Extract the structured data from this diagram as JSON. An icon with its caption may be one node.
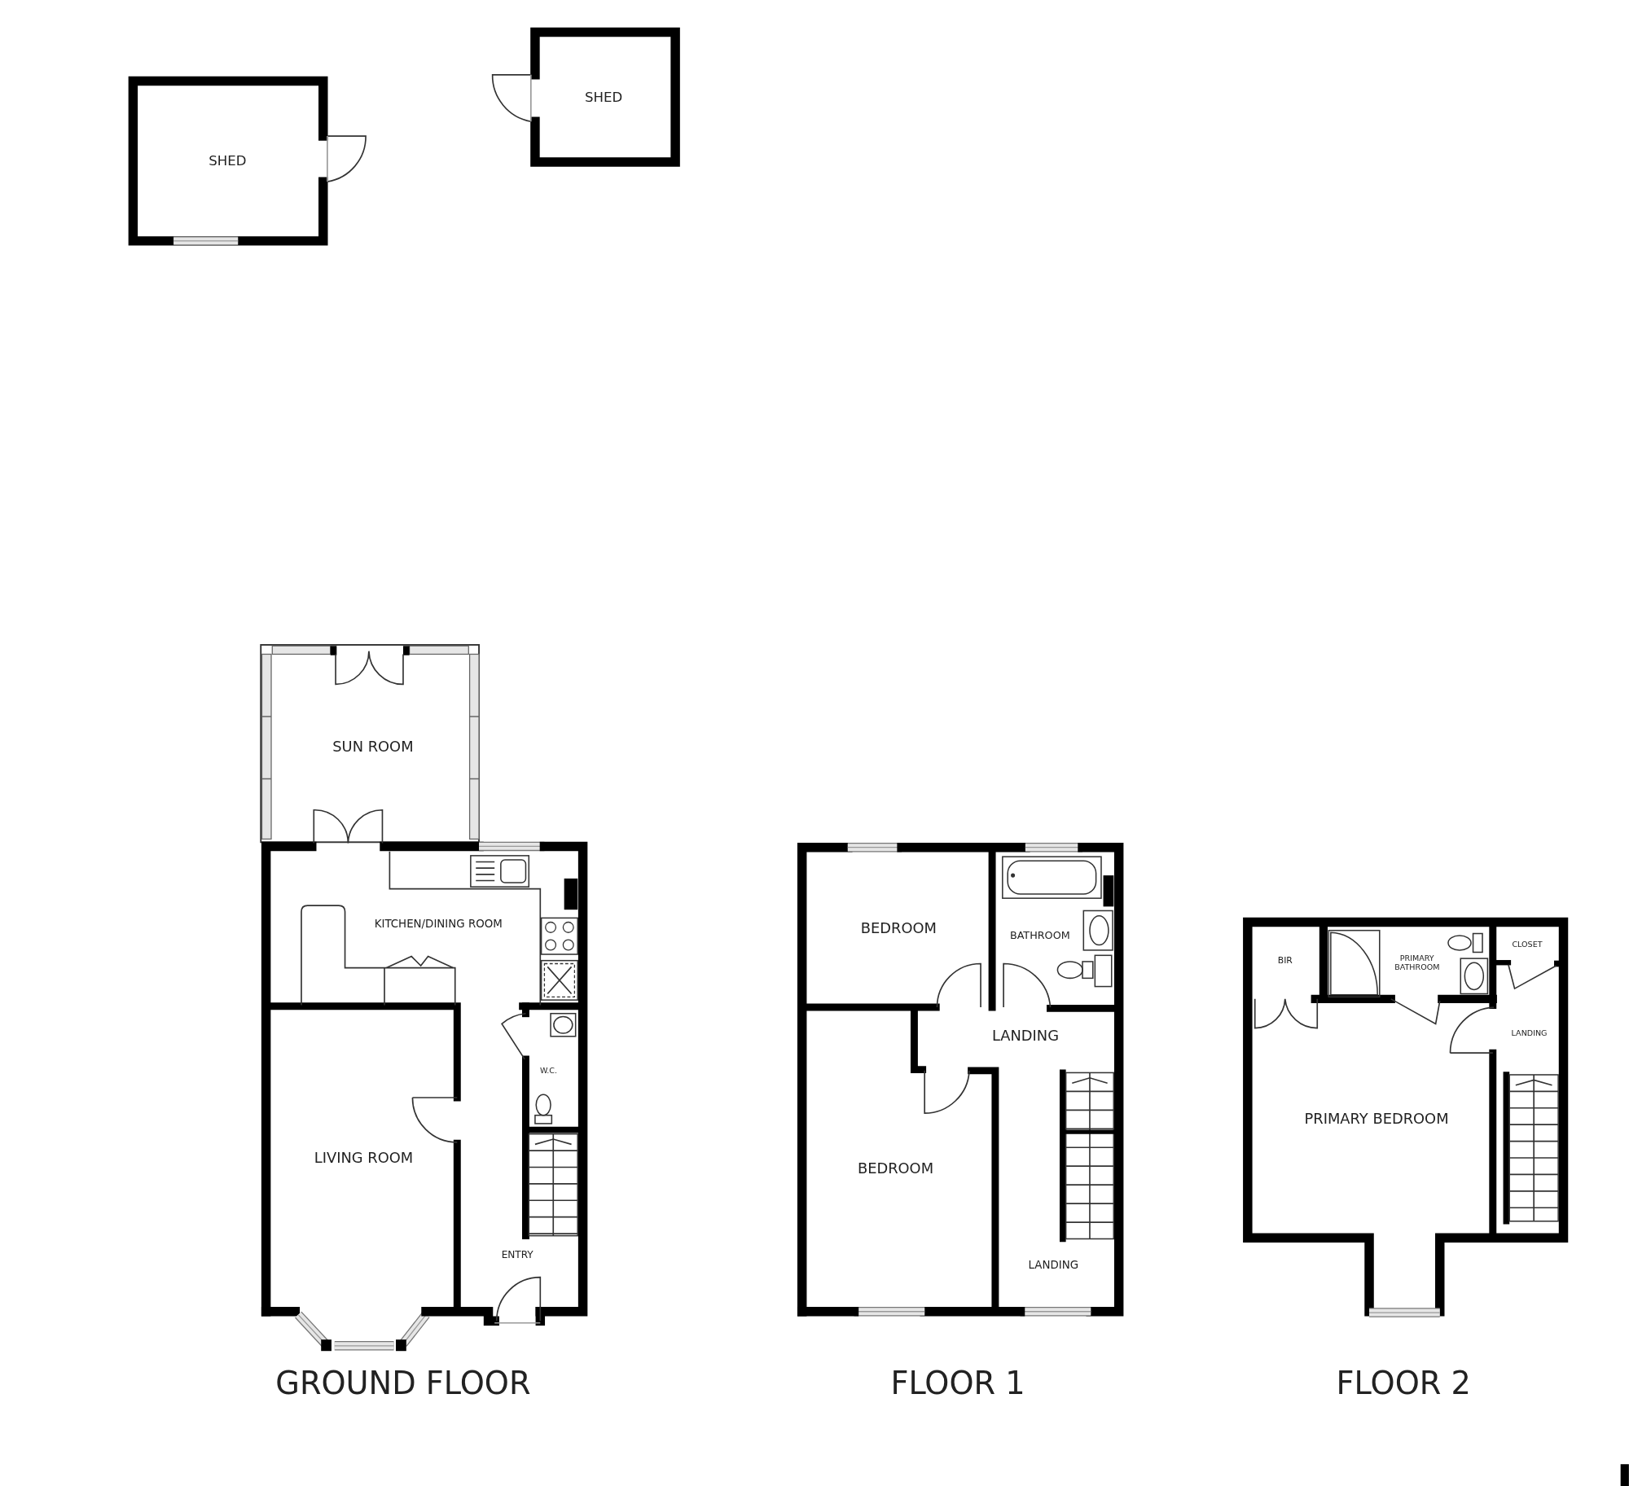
{
  "diagram": {
    "labels": [
      "SHED",
      "SHED",
      "SUN ROOM",
      "KITCHEN/DINING ROOM",
      "W.C.",
      "LIVING ROOM",
      "ENTRY",
      "GROUND FLOOR",
      "BEDROOM",
      "BATHROOM",
      "LANDING",
      "BEDROOM",
      "LANDING",
      "FLOOR 1",
      "BIR",
      "PRIMARY BATHROOM",
      "CLOSET",
      "LANDING",
      "PRIMARY BEDROOM",
      "FLOOR 2"
    ]
  }
}
